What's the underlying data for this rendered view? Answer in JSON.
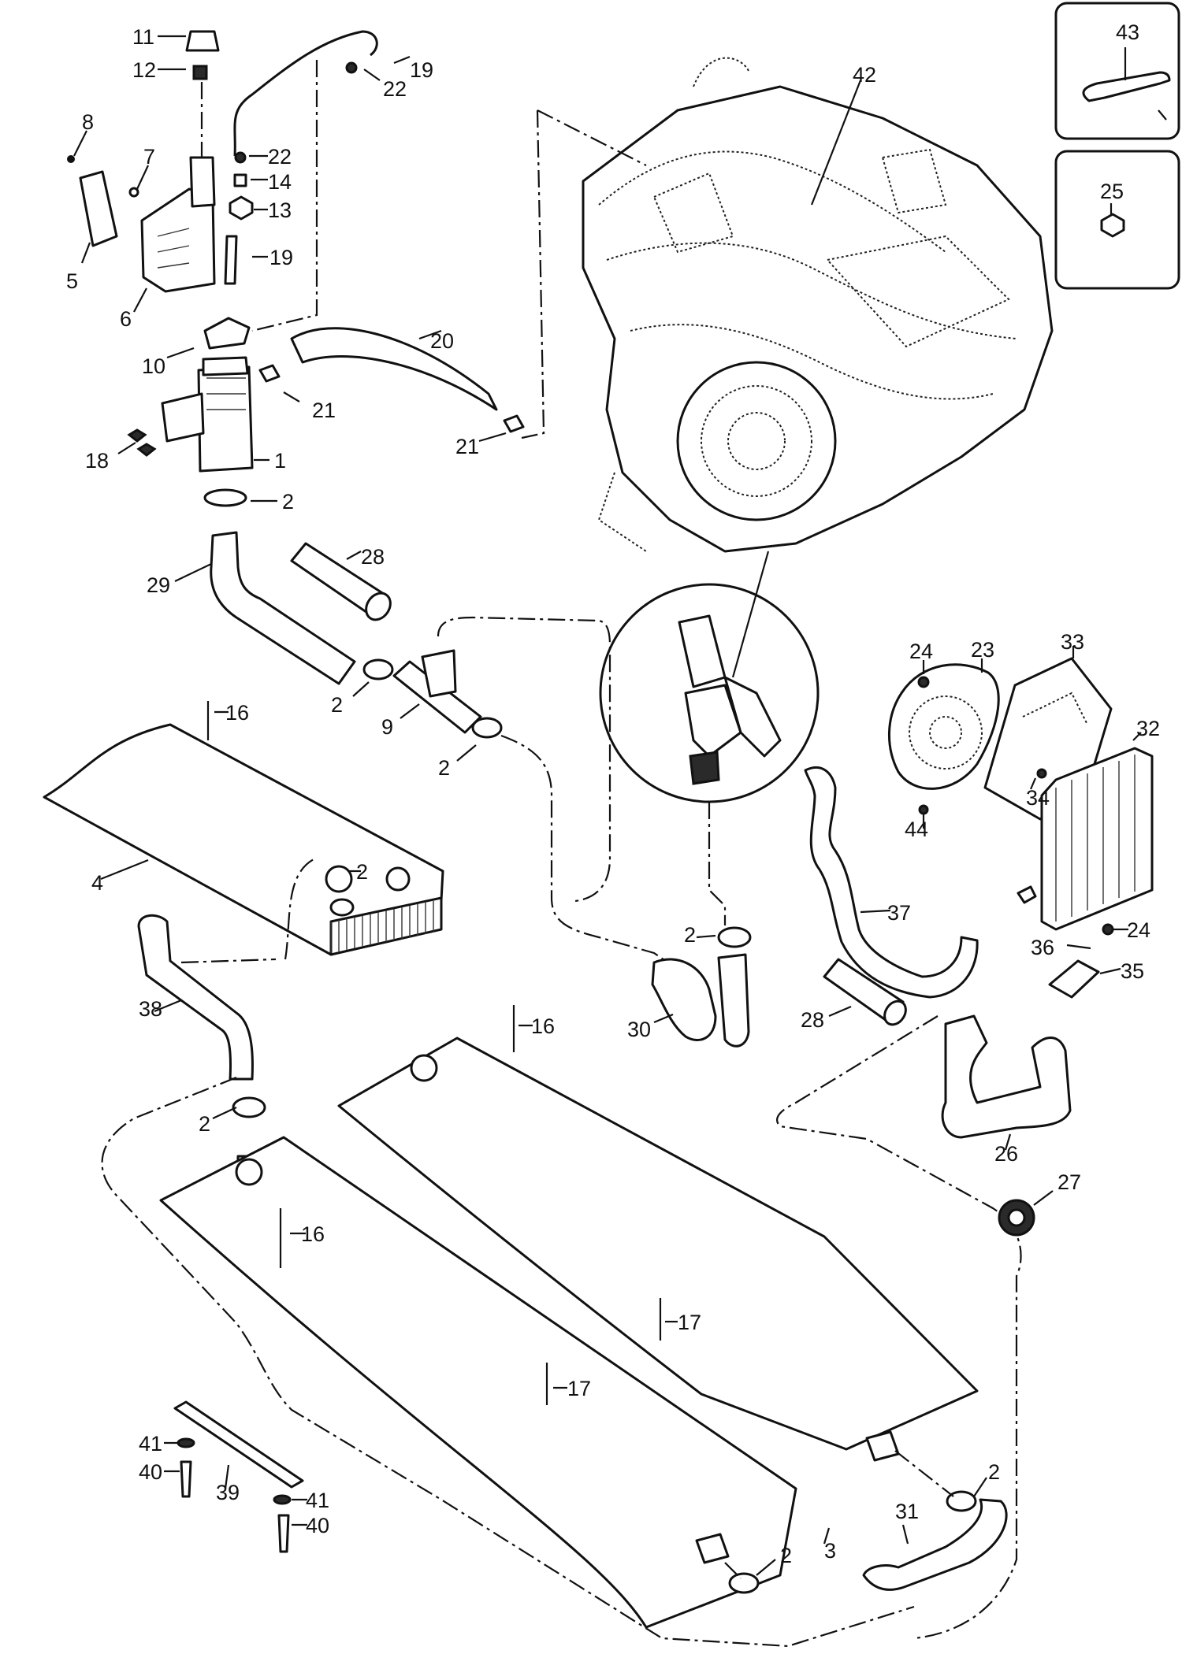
{
  "callouts": {
    "c1": "1",
    "c2a": "2",
    "c2b": "2",
    "c2c": "2",
    "c2d": "2",
    "c2e": "2",
    "c2f": "2",
    "c2g": "2",
    "c2h": "2",
    "c3": "3",
    "c4": "4",
    "c5": "5",
    "c6": "6",
    "c7": "7",
    "c8": "8",
    "c9": "9",
    "c10": "10",
    "c11": "11",
    "c12": "12",
    "c13": "13",
    "c14": "14",
    "c16a": "16",
    "c16b": "16",
    "c16c": "16",
    "c17a": "17",
    "c17b": "17",
    "c18": "18",
    "c19a": "19",
    "c19b": "19",
    "c20": "20",
    "c21a": "21",
    "c21b": "21",
    "c22a": "22",
    "c22b": "22",
    "c23": "23",
    "c24a": "24",
    "c24b": "24",
    "c25": "25",
    "c26": "26",
    "c27": "27",
    "c28a": "28",
    "c28b": "28",
    "c29": "29",
    "c30": "30",
    "c31": "31",
    "c32": "32",
    "c33": "33",
    "c34": "34",
    "c35": "35",
    "c36": "36",
    "c37": "37",
    "c38": "38",
    "c39": "39",
    "c40a": "40",
    "c40b": "40",
    "c41a": "41",
    "c41b": "41",
    "c42": "42",
    "c43": "43",
    "c44": "44"
  },
  "colors": {
    "line": "#111111",
    "background": "#ffffff"
  }
}
